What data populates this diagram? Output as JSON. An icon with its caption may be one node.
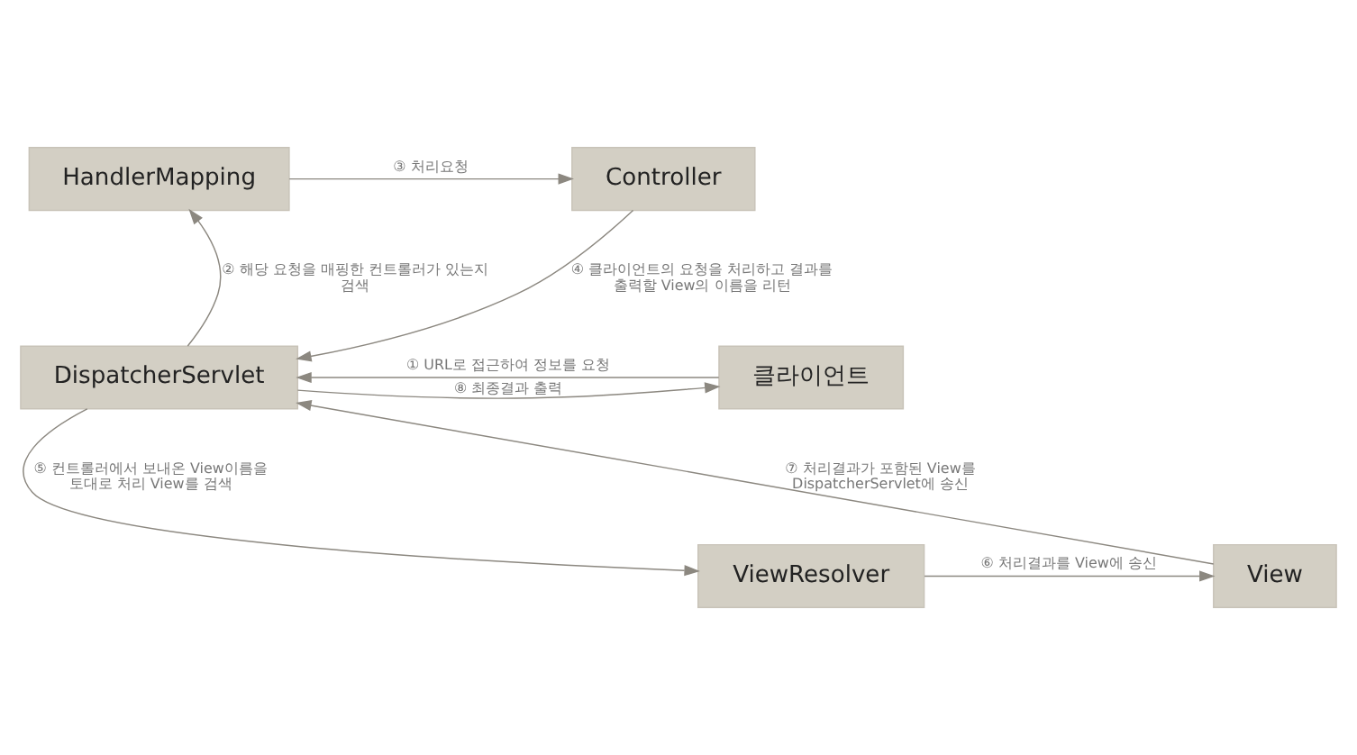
{
  "diagram": {
    "nodes": [
      {
        "text": [
          "HandlerMapping"
        ]
      },
      {
        "text": [
          "Controller"
        ]
      },
      {
        "text": [
          "클라이언트"
        ]
      },
      {
        "text": [
          "DispatcherServlet"
        ]
      },
      {
        "text": [
          "View"
        ]
      },
      {
        "text": [
          "ViewResolver"
        ]
      }
    ],
    "edges": [
      {
        "from": 2,
        "to": 3,
        "arrow": "to",
        "label": "① URL로 접근하여 정보를 요청"
      },
      {
        "from": 3,
        "to": 0,
        "arrow": "to",
        "label": "② 해당 요청을 매핑한 컨트롤러가 있는지 검색"
      },
      {
        "from": 0,
        "to": 1,
        "arrow": "to",
        "label": "③ 처리요청"
      },
      {
        "from": 1,
        "to": 3,
        "arrow": "to",
        "label": "④ 클라이언트의 요청을 처리하고 결과를 출력할 View의 이름을 리턴"
      },
      {
        "from": 3,
        "to": 5,
        "arrow": "to",
        "label": "⑤ 컨트롤러에서 보내온 View이름을 토대로 처리 View를 검색"
      },
      {
        "from": 5,
        "to": 4,
        "arrow": "to",
        "label": "⑥ 처리결과를 View에 송신"
      },
      {
        "from": 4,
        "to": 3,
        "arrow": "to",
        "label": "⑦ 처리결과가 포함된 View를 DispatcherServlet에 송신"
      },
      {
        "from": 3,
        "to": 2,
        "arrow": "to",
        "label": "⑧ 최종결과 출력"
      }
    ]
  }
}
